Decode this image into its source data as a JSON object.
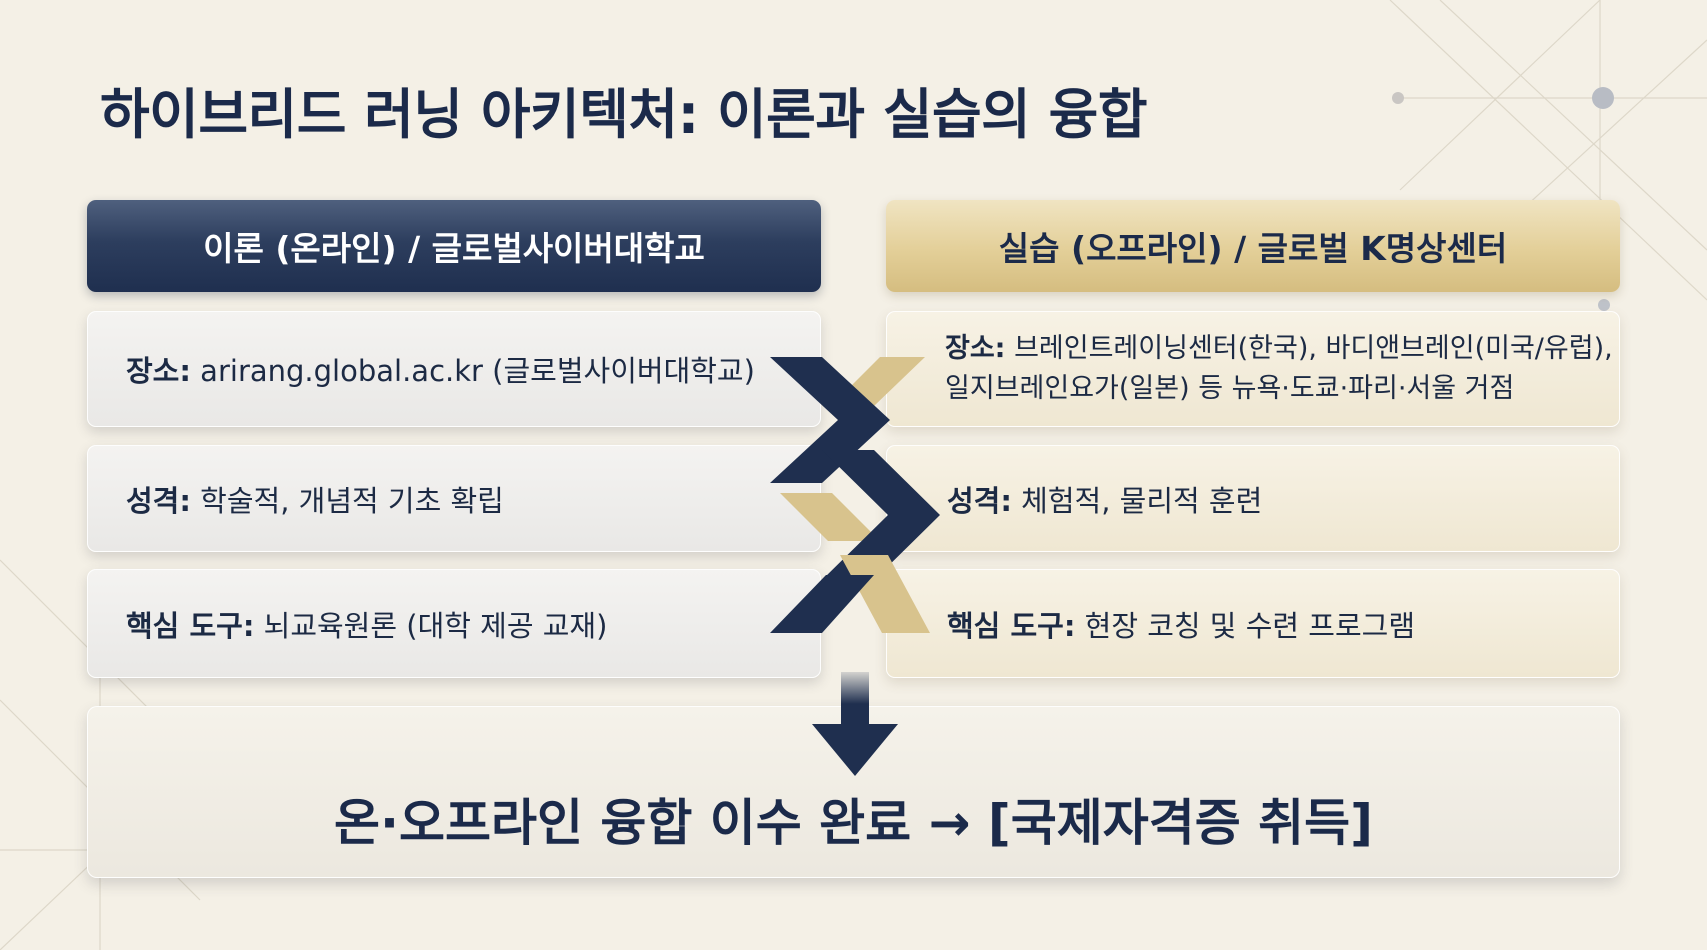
{
  "title": "하이브리드 러닝 아키텍처: 이론과 실습의 융합",
  "left": {
    "header": "이론 (온라인) / 글로벌사이버대학교",
    "rows": [
      {
        "key": "장소:",
        "value": " arirang.global.ac.kr (글로벌사이버대학교)"
      },
      {
        "key": "성격:",
        "value": " 학술적, 개념적 기초 확립"
      },
      {
        "key": "핵심 도구:",
        "value": " 뇌교육원론 (대학 제공 교재)"
      }
    ]
  },
  "right": {
    "header": "실습 (오프라인) / 글로벌 K명상센터",
    "rows": [
      {
        "key": "장소:",
        "value": " 브레인트레이닝센터(한국), 바디앤브레인(미국/유럽),",
        "value2": "일지브레인요가(일본) 등 뉴욕·도쿄·파리·서울 거점"
      },
      {
        "key": "성격:",
        "value": " 체험적, 물리적 훈련"
      },
      {
        "key": "핵심 도구:",
        "value": " 현장 코칭 및 수련 프로그램"
      }
    ]
  },
  "result": "온·오프라인 융합 이수 완료 → [국제자격증 취득]",
  "colors": {
    "navy": "#1f2f4f",
    "gold": "#d9c48d",
    "background": "#f4f0e6"
  }
}
